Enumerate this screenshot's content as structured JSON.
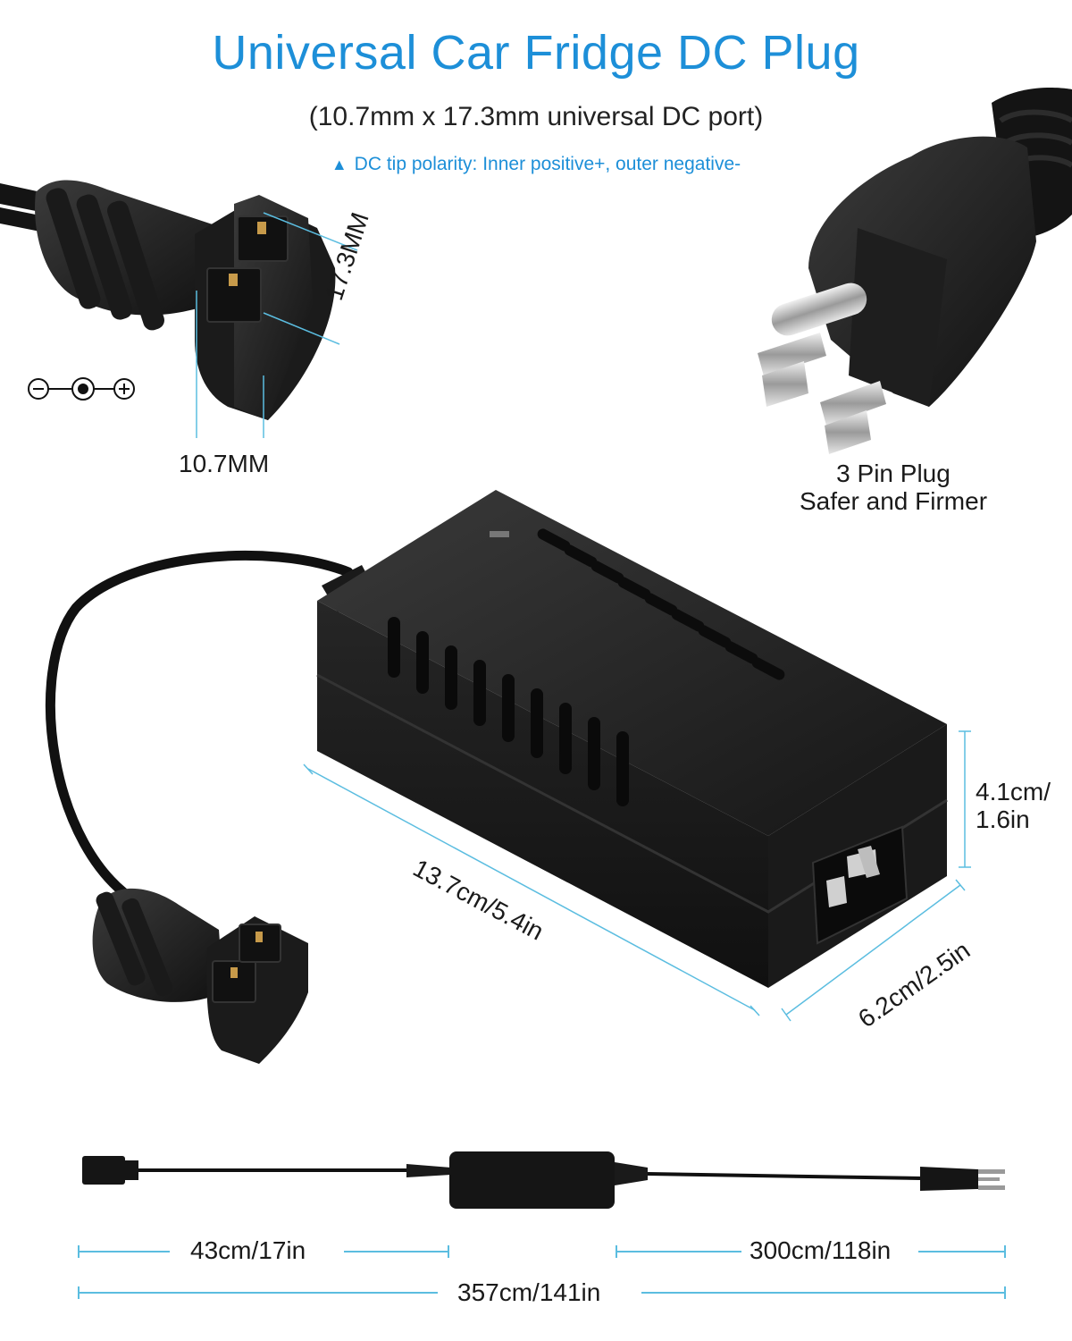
{
  "header": {
    "title": "Universal Car Fridge DC Plug",
    "subtitle": "(10.7mm x 17.3mm universal DC port)",
    "polarity_icon": "warning-triangle-icon",
    "polarity_note": "DC tip polarity: Inner positive+, outer negative-"
  },
  "dc_plug": {
    "height_label": "17.3MM",
    "width_label": "10.7MM",
    "polarity_symbol": "polarity-symbol-icon"
  },
  "ac_plug": {
    "caption_line1": "3 Pin Plug",
    "caption_line2": "Safer and Firmer"
  },
  "adapter": {
    "length_label": "13.7cm/5.4in",
    "width_label": "6.2cm/2.5in",
    "height_label_line1": "4.1cm/",
    "height_label_line2": "1.6in"
  },
  "cable_lengths": {
    "dc_cable": "43cm/17in",
    "ac_cable": "300cm/118in",
    "total": "357cm/141in"
  },
  "colors": {
    "accent": "#1d8fd8",
    "dimension_line": "#5bbde0",
    "product": "#1c1c1c"
  }
}
